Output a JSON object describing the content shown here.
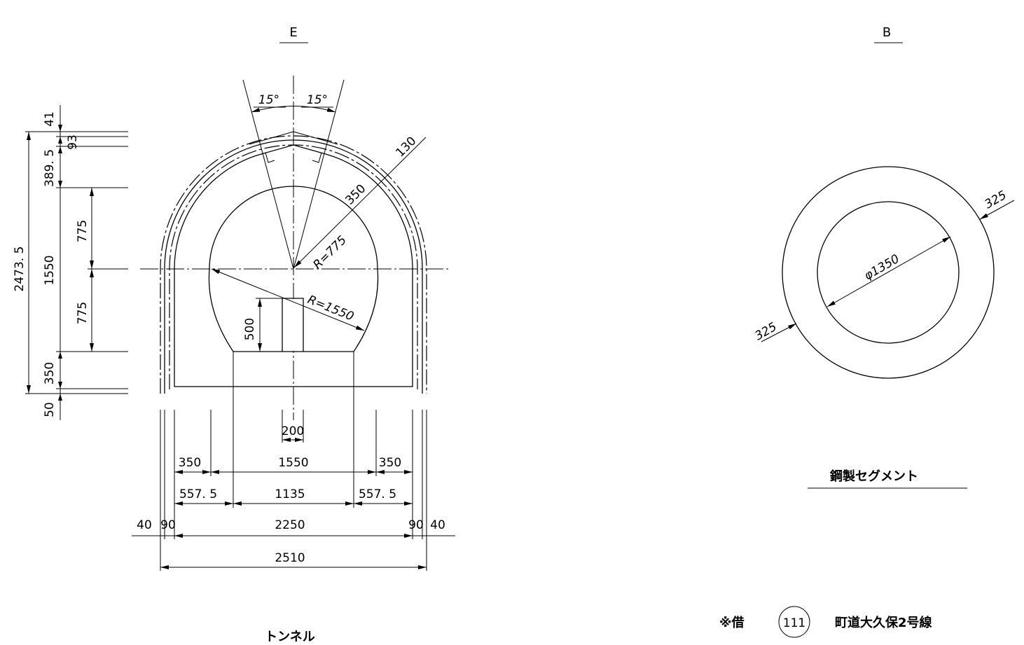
{
  "views": {
    "tunnel": {
      "heading": "E",
      "caption": "トンネル"
    },
    "segment": {
      "heading": "B",
      "caption": "鋼製セグメント"
    }
  },
  "dimensions": {
    "angle_left": "15°",
    "angle_right": "15°",
    "thickness_130": "130",
    "radius_350": "350",
    "radius_775": "R=775",
    "radius_1550": "R=1550",
    "height_500": "500",
    "width_200": "200",
    "v_41": "41",
    "v_93": "93",
    "v_389_5": "389. 5",
    "v_775_top": "775",
    "v_775_bottom": "775",
    "v_1550": "1550",
    "v_350": "350",
    "v_50": "50",
    "v_2473_5": "2473. 5",
    "h_350_left": "350",
    "h_1550": "1550",
    "h_350_right": "350",
    "h_557_5_left": "557. 5",
    "h_1135": "1135",
    "h_557_5_right": "557. 5",
    "h_40_left": "40",
    "h_90_left": "90",
    "h_2250": "2250",
    "h_90_right": "90",
    "h_40_right": "40",
    "h_2510": "2510",
    "seg_325_right": "325",
    "seg_325_left": "325",
    "seg_phi": "φ1350"
  },
  "footer": {
    "note": "※借",
    "number": "111",
    "road_name": "町道大久保2号線"
  }
}
